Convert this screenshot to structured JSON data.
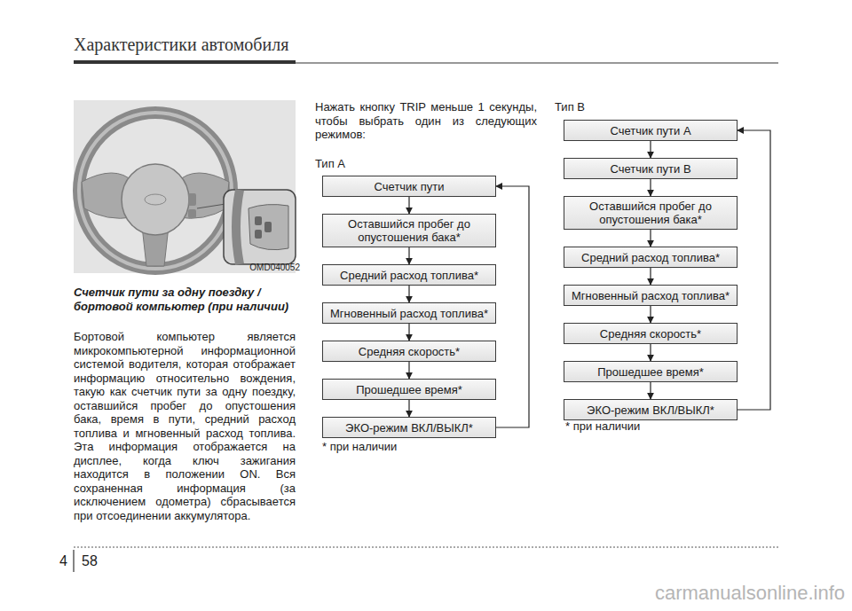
{
  "diagram": {
    "nodes": [
      {
        "text": [
          "Счетчик пути"
        ]
      },
      {
        "text": [
          "Оставшийся пробег до опустошения бака*"
        ]
      },
      {
        "text": [
          "Средний расход топлива*"
        ]
      },
      {
        "text": [
          "Мгновенный расход топлива*"
        ]
      },
      {
        "text": [
          "Средняя скорость*"
        ]
      },
      {
        "text": [
          "Прошедшее время*"
        ]
      },
      {
        "text": [
          "ЭКО-режим ВКЛ/ВЫКЛ*"
        ]
      },
      {
        "text": [
          "Счетчик пути А"
        ]
      },
      {
        "text": [
          "Счетчик пути В"
        ]
      },
      {
        "text": [
          "Оставшийся пробег до опустошения бака*"
        ]
      },
      {
        "text": [
          "Средний расход топлива*"
        ]
      },
      {
        "text": [
          "Мгновенный расход топлива*"
        ]
      },
      {
        "text": [
          "Средняя скорость*"
        ]
      },
      {
        "text": [
          "Прошедшее время*"
        ]
      },
      {
        "text": [
          "ЭКО-режим ВКЛ/ВЫКЛ*"
        ]
      }
    ],
    "edges": [
      {
        "from": 0,
        "to": 1,
        "arrow": "to"
      },
      {
        "from": 1,
        "to": 2,
        "arrow": "to"
      },
      {
        "from": 2,
        "to": 3,
        "arrow": "to"
      },
      {
        "from": 3,
        "to": 4,
        "arrow": "to"
      },
      {
        "from": 4,
        "to": 5,
        "arrow": "to"
      },
      {
        "from": 5,
        "to": 6,
        "arrow": "to"
      },
      {
        "from": 6,
        "to": 0,
        "arrow": "to"
      },
      {
        "from": 7,
        "to": 8,
        "arrow": "to"
      },
      {
        "from": 8,
        "to": 9,
        "arrow": "to"
      },
      {
        "from": 9,
        "to": 10,
        "arrow": "to"
      },
      {
        "from": 10,
        "to": 11,
        "arrow": "to"
      },
      {
        "from": 11,
        "to": 12,
        "arrow": "to"
      },
      {
        "from": 12,
        "to": 13,
        "arrow": "to"
      },
      {
        "from": 13,
        "to": 14,
        "arrow": "to"
      },
      {
        "from": 14,
        "to": 7,
        "arrow": "to"
      }
    ],
    "labels": [
      "Характеристики автомобиля",
      "OMD040052",
      "Счетчик пути за одну поездку / бортовой компьютер (при наличии)",
      "Бортовой компьютер является микрокомпьютерной информационной системой водителя, которая отображает информацию относительно вождения, такую как счетчик пути за одну поездку, оставшийся пробег до опустошения бака, время в пути, средний расход топлива и мгновенный расход топлива. Эта информация отображается на дисплее, когда ключ зажигания находится в положении ON. Вся сохраненная информация (за исключением одометра) сбрасывается при отсоединении аккумулятора.",
      "Нажать кнопку TRIP меньше 1 секунды, чтобы выбрать один из следующих режимов:",
      "Тип А",
      "* при наличии",
      "Тип В",
      "* при наличии",
      "4",
      "58",
      "carmanualsonline.info"
    ]
  }
}
